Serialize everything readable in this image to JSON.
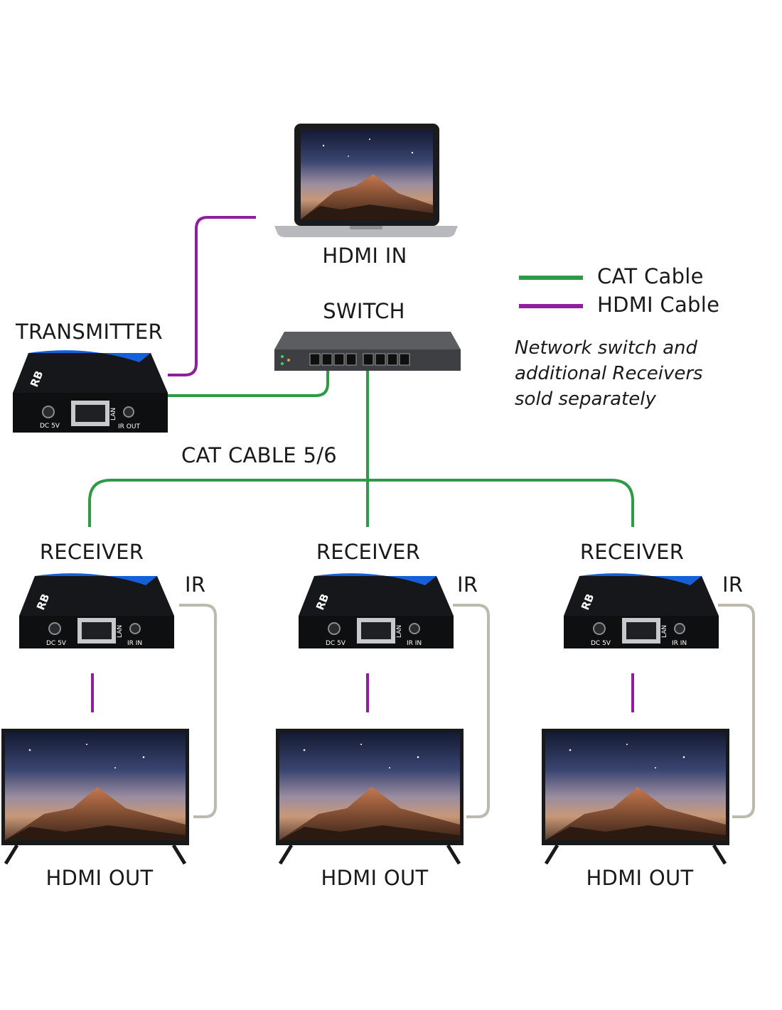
{
  "labels": {
    "hdmi_in": "HDMI IN",
    "switch": "SWITCH",
    "transmitter": "TRANSMITTER",
    "cat_cable_5_6": "CAT CABLE 5/6",
    "receivers": [
      {
        "title": "RECEIVER",
        "ir": "IR",
        "output": "HDMI OUT"
      },
      {
        "title": "RECEIVER",
        "ir": "IR",
        "output": "HDMI OUT"
      },
      {
        "title": "RECEIVER",
        "ir": "IR",
        "output": "HDMI OUT"
      }
    ]
  },
  "legend": {
    "cat": {
      "label": "CAT Cable",
      "color": "#2e9a46"
    },
    "hdmi": {
      "label": "HDMI Cable",
      "color": "#8f1f9e"
    }
  },
  "note": [
    "Network switch and",
    "additional Receivers",
    "sold separately"
  ],
  "device_text": {
    "brand": "RB",
    "port_power": "DC 5V",
    "port_lan": "LAN",
    "transmitter_ir": "IR OUT",
    "receiver_ir": "IR IN"
  },
  "colors": {
    "ir_cable": "#bdb9ad",
    "device_body": "#111214",
    "device_accent": "#1560d8"
  }
}
